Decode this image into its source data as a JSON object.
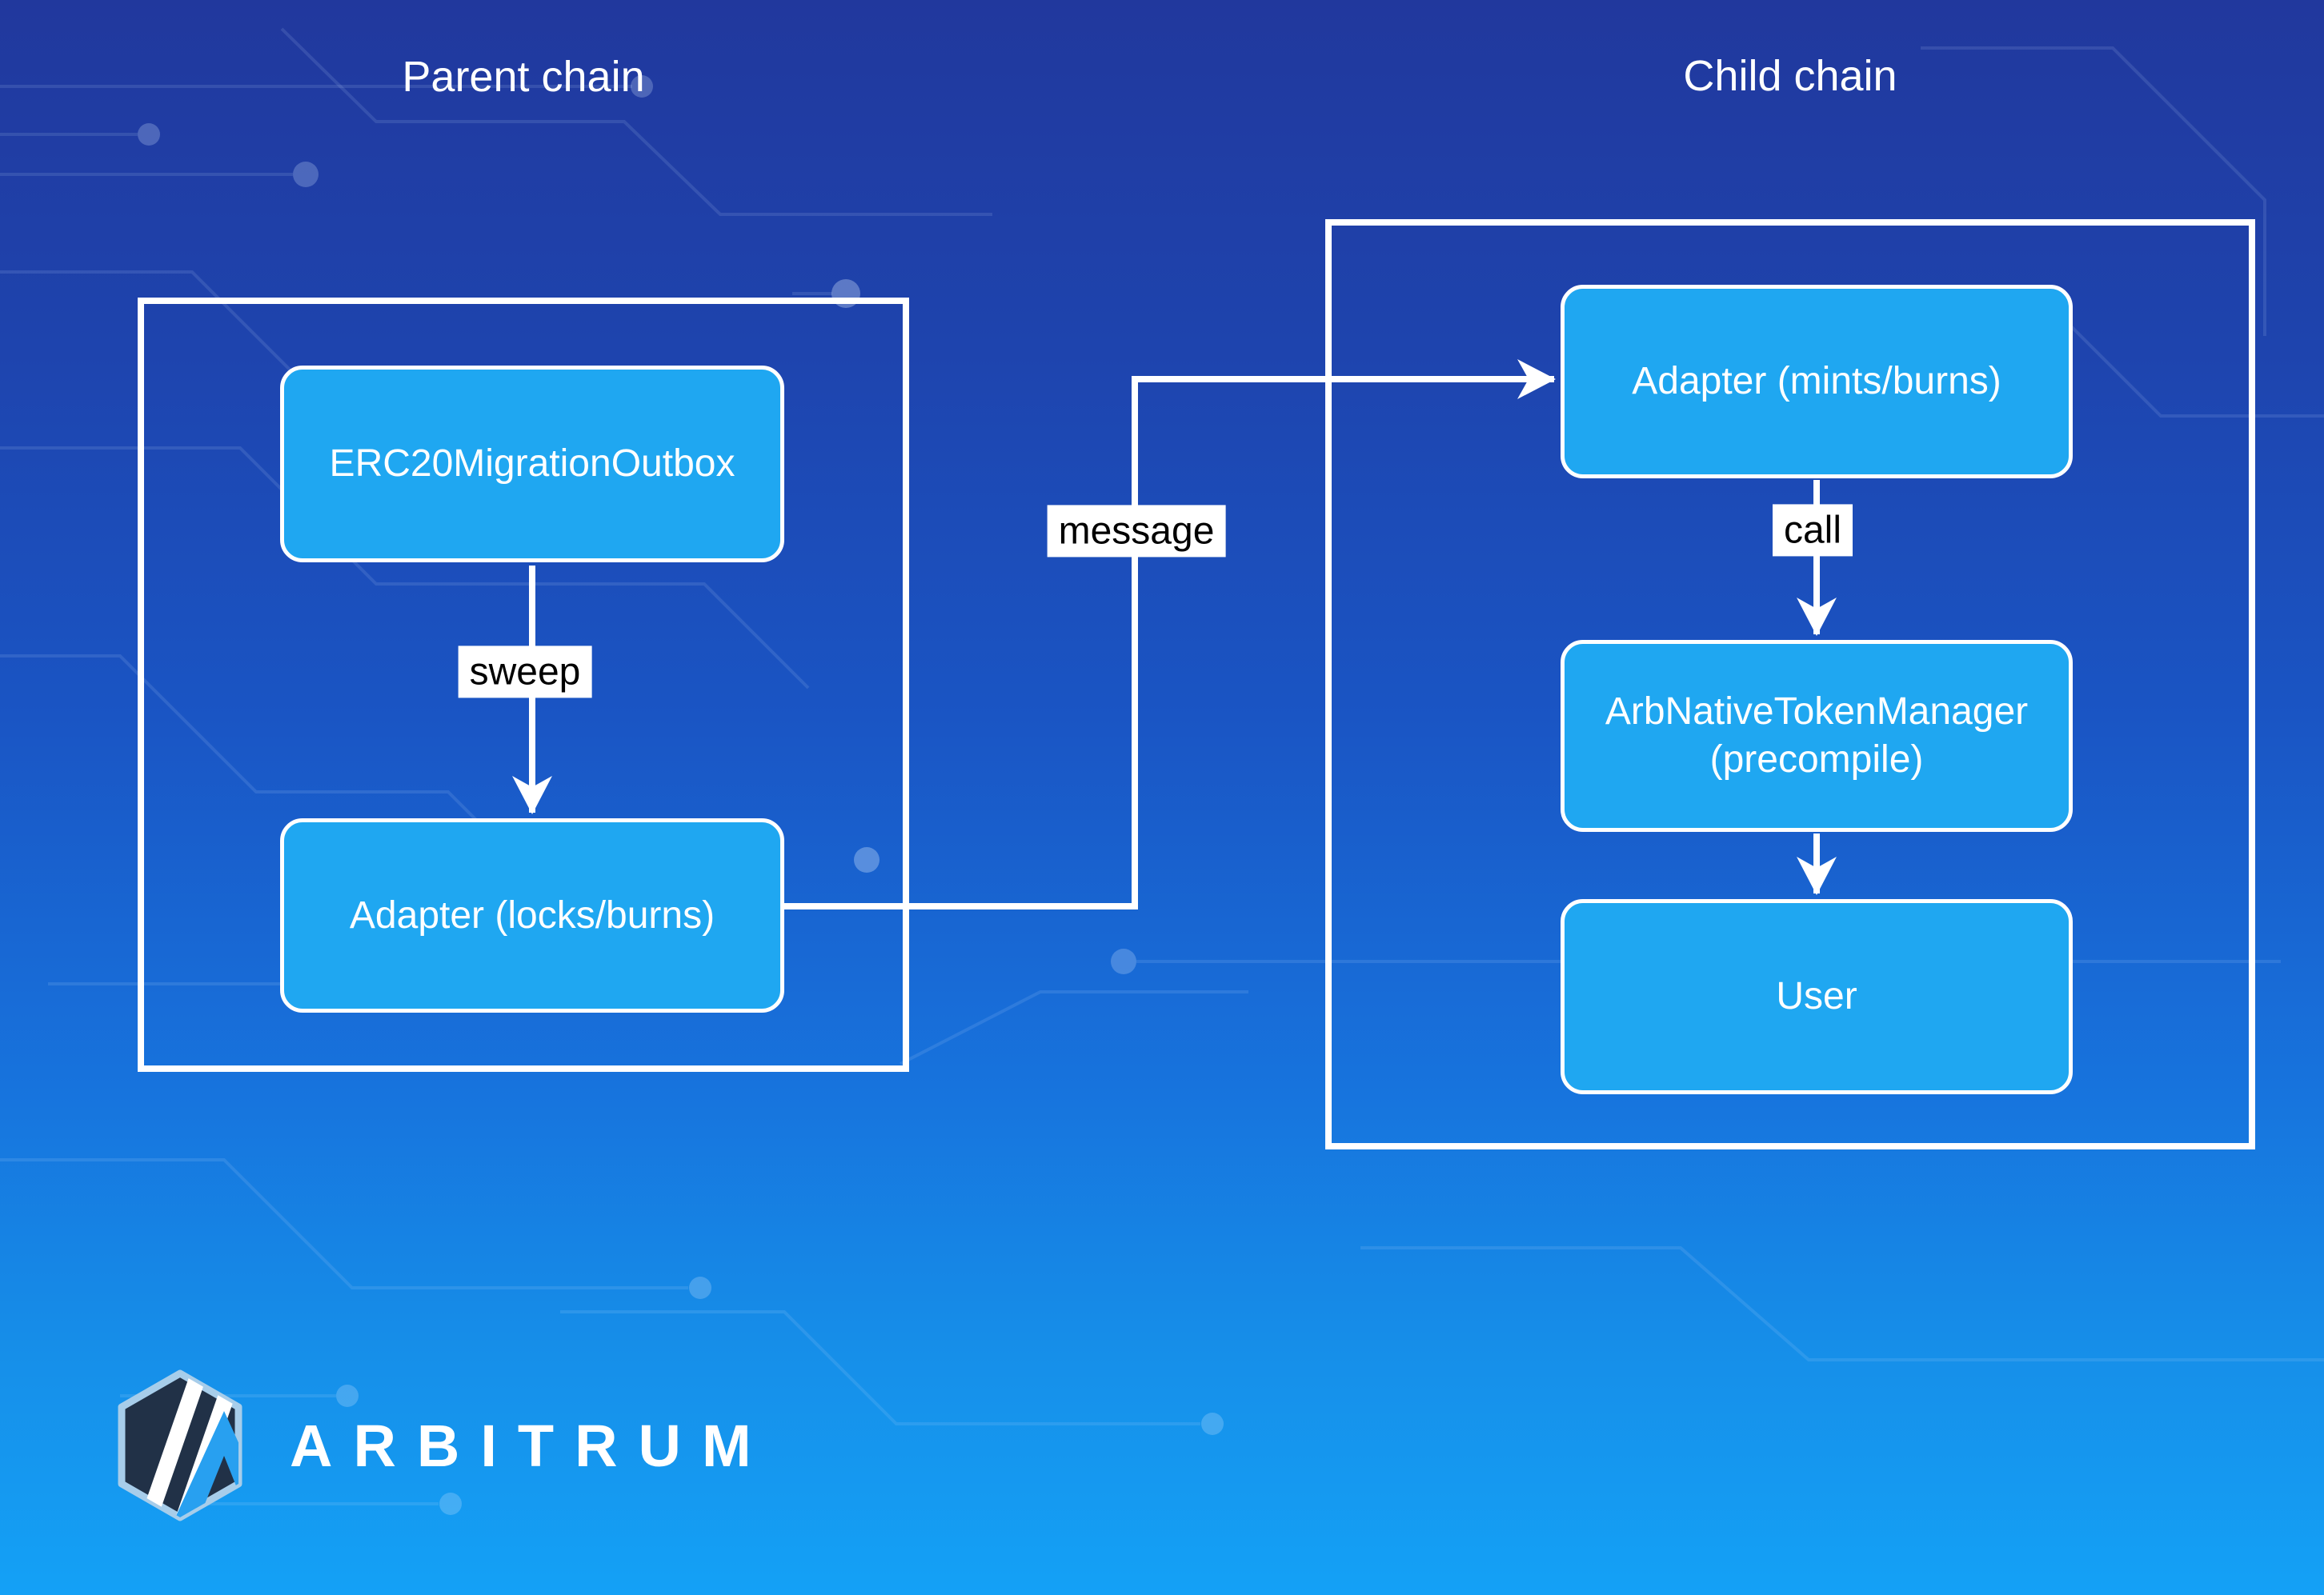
{
  "title": "Arbitrum ERC20 migration diagram",
  "parent_chain": {
    "label": "Parent chain",
    "nodes": {
      "erc20_outbox": "ERC20MigrationOutbox",
      "adapter_locks": "Adapter (locks/burns)"
    },
    "edge_sweep": "sweep"
  },
  "child_chain": {
    "label": "Child chain",
    "nodes": {
      "adapter_mints": "Adapter (mints/burns)",
      "arb_native_line1": "ArbNativeTokenManager",
      "arb_native_line2": "(precompile)",
      "user": "User"
    },
    "edge_call": "call"
  },
  "cross_chain": {
    "edge_message": "message"
  },
  "branding": {
    "logo": "arbitrum-hexagon-logo",
    "wordmark": "ARBITRUM"
  },
  "colors": {
    "background_top": "#21389d",
    "background_bottom": "#14a1f6",
    "node_fill": "#1fa7f1",
    "node_border": "#ffffff",
    "frame_border": "#ffffff",
    "edge_line": "#ffffff",
    "edge_label_bg": "#ffffff",
    "edge_label_text": "#000000",
    "logo_hex_fill": "#213147",
    "logo_hex_border": "#a7cdea",
    "logo_accent": "#28a0f0"
  }
}
